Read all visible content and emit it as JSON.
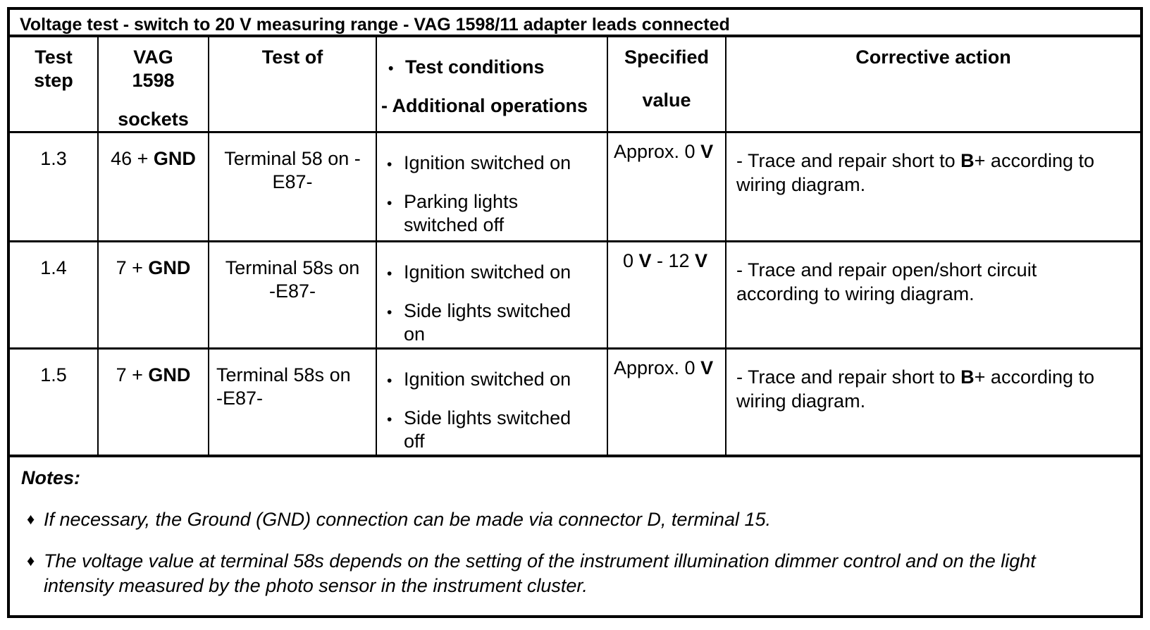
{
  "table": {
    "title": "Voltage test - switch to 20 V measuring range - VAG 1598/11 adapter leads connected",
    "headers": {
      "test_step_l1": "Test",
      "test_step_l2": "step",
      "sockets_l1": "VAG",
      "sockets_l2": "1598",
      "sockets_l3": "sockets",
      "test_of": "Test of",
      "conditions_bullet_item": "Test conditions",
      "conditions_dash_item": "- Additional operations",
      "specified_l1": "Specified",
      "specified_l2": "value",
      "corrective": "Corrective action"
    },
    "bullet_glyph": "•",
    "rows": [
      {
        "step": "1.3",
        "sockets_pre": "46 + ",
        "sockets_bold": "GND",
        "test_of_l1": "Terminal 58 on -",
        "test_of_l2": "E87-",
        "cond1": "Ignition switched on",
        "cond2": "Parking lights switched off",
        "spec_1": "Approx. 0 ",
        "spec_2": "V",
        "spec_3": "",
        "spec_4": "",
        "corr_1": "- Trace and repair short to ",
        "corr_2": "B",
        "corr_3": "+ according to wiring diagram."
      },
      {
        "step": "1.4",
        "sockets_pre": "7 + ",
        "sockets_bold": "GND",
        "test_of_l1": "Terminal 58s on",
        "test_of_l2": "-E87-",
        "cond1": "Ignition switched on",
        "cond2": "Side lights switched on",
        "spec_1": "0 ",
        "spec_2": "V",
        "spec_3": " - 12 ",
        "spec_4": "V",
        "corr_1": "- Trace and repair open/short circuit according to wiring diagram.",
        "corr_2": "",
        "corr_3": ""
      },
      {
        "step": "1.5",
        "sockets_pre": "7 + ",
        "sockets_bold": "GND",
        "test_of_l1": "Terminal 58s on",
        "test_of_l2": "-E87-",
        "cond1": "Ignition switched on",
        "cond2": "Side lights switched off",
        "spec_1": "Approx. 0 ",
        "spec_2": "V",
        "spec_3": "",
        "spec_4": "",
        "corr_1": "- Trace and repair short to ",
        "corr_2": "B",
        "corr_3": "+ according to wiring diagram."
      }
    ],
    "notes": {
      "title": "Notes:",
      "bullet_glyph": "♦",
      "items": [
        "If necessary, the Ground (GND) connection can be made via connector D, terminal 15.",
        "The voltage value at terminal 58s depends on the setting of the instrument illumination dimmer control and on the light intensity measured by the photo sensor in the instrument cluster."
      ]
    },
    "colors": {
      "border": "#000000",
      "text": "#000000",
      "background": "#ffffff"
    }
  }
}
